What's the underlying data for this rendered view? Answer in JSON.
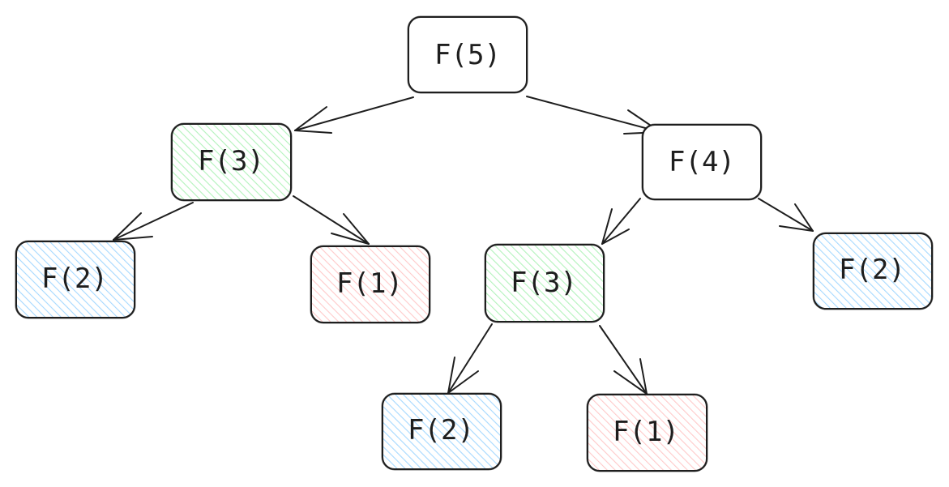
{
  "diagram": {
    "nodes": [
      {
        "id": "n5",
        "label": "F(5)",
        "fill": "none"
      },
      {
        "id": "n3a",
        "label": "F(3)",
        "fill": "green"
      },
      {
        "id": "n4",
        "label": "F(4)",
        "fill": "none"
      },
      {
        "id": "n2a",
        "label": "F(2)",
        "fill": "blue"
      },
      {
        "id": "n1a",
        "label": "F(1)",
        "fill": "red"
      },
      {
        "id": "n3b",
        "label": "F(3)",
        "fill": "green"
      },
      {
        "id": "n2b",
        "label": "F(2)",
        "fill": "blue"
      },
      {
        "id": "n2c",
        "label": "F(2)",
        "fill": "blue"
      },
      {
        "id": "n1b",
        "label": "F(1)",
        "fill": "red"
      }
    ],
    "edges": [
      {
        "from": "n5",
        "to": "n3a"
      },
      {
        "from": "n5",
        "to": "n4"
      },
      {
        "from": "n3a",
        "to": "n2a"
      },
      {
        "from": "n3a",
        "to": "n1a"
      },
      {
        "from": "n4",
        "to": "n3b"
      },
      {
        "from": "n4",
        "to": "n2b"
      },
      {
        "from": "n3b",
        "to": "n2c"
      },
      {
        "from": "n3b",
        "to": "n1b"
      }
    ],
    "colors": {
      "stroke": "#1e1e1e",
      "green": "#b2f2bb",
      "blue": "#a5d8ff",
      "red": "#ffc9c9"
    }
  }
}
